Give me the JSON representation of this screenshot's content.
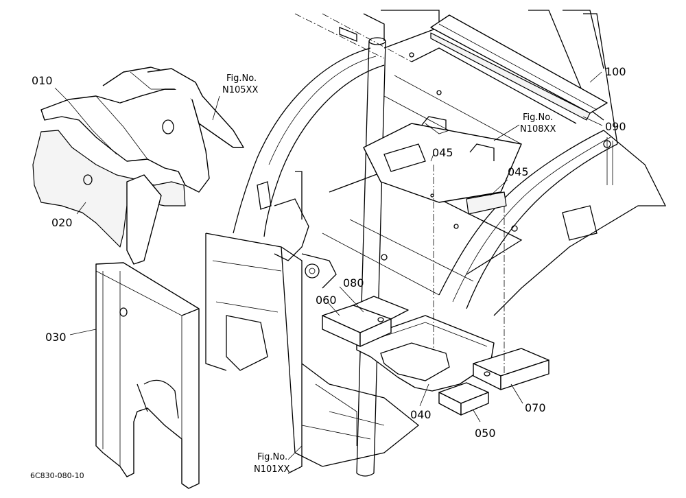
{
  "parts": [
    {
      "id": "p010",
      "number": "010"
    },
    {
      "id": "p020",
      "number": "020"
    },
    {
      "id": "p030",
      "number": "030"
    },
    {
      "id": "p040",
      "number": "040"
    },
    {
      "id": "p045a",
      "number": "045"
    },
    {
      "id": "p045b",
      "number": "045"
    },
    {
      "id": "p050",
      "number": "050"
    },
    {
      "id": "p060",
      "number": "060"
    },
    {
      "id": "p070",
      "number": "070"
    },
    {
      "id": "p080",
      "number": "080"
    },
    {
      "id": "p090",
      "number": "090"
    },
    {
      "id": "p100",
      "number": "100"
    }
  ],
  "figure_refs": [
    {
      "prefix": "Fig.No.",
      "number": "N105XX"
    },
    {
      "prefix": "Fig.No.",
      "number": "N108XX"
    },
    {
      "prefix": "Fig.No.",
      "number": "N101XX"
    }
  ],
  "drawing_code": "6C830-080-10"
}
